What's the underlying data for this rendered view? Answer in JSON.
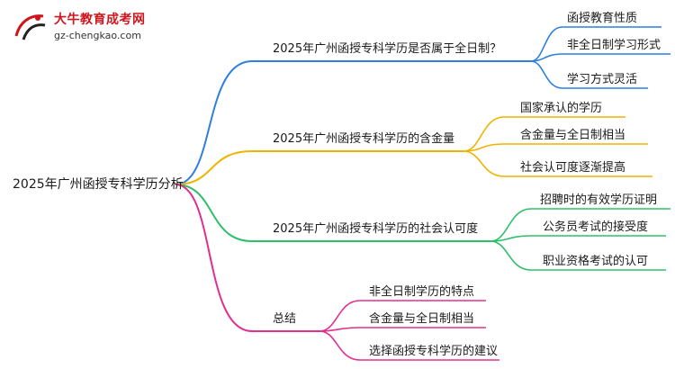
{
  "logo": {
    "title": "大牛教育成考网",
    "url": "gz-chengkao.com"
  },
  "root": "2025年广州函授专科学历分析",
  "branches": [
    {
      "label": "2025年广州函授专科学历是否属于全日制？",
      "color": "#2f7fe0",
      "children": [
        "函授教育性质",
        "非全日制学习形式",
        "学习方式灵活"
      ]
    },
    {
      "label": "2025年广州函授专科学历的含金量",
      "color": "#f0b400",
      "children": [
        "国家承认的学历",
        "含金量与全日制相当",
        "社会认可度逐渐提高"
      ]
    },
    {
      "label": "2025年广州函授专科学历的社会认可度",
      "color": "#2fbf6a",
      "children": [
        "招聘时的有效学历证明",
        "公务员考试的接受度",
        "职业资格考试的认可"
      ]
    },
    {
      "label": "总结",
      "color": "#e0308f",
      "children": [
        "非全日制学历的特点",
        "含金量与全日制相当",
        "选择函授专科学历的建议"
      ]
    }
  ]
}
